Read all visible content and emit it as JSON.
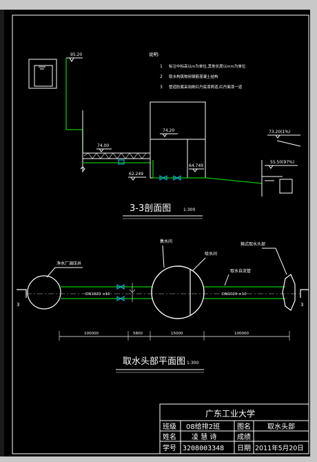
{
  "section": {
    "level_top_left": "95.20",
    "level_mid_tank": "74.20",
    "level_left_ground": "74.00",
    "level_pipe_bottom": "62.249",
    "level_pump_low": "64.749",
    "level_right_high": "73.20(1%)",
    "level_right_low": "55.50(97%)",
    "title": "3-3剖面图",
    "scale": "1:300"
  },
  "notes": {
    "heading": "说明:",
    "items": [
      {
        "num": "1",
        "text": "标注中标高以m为单位,其他长度以mm为单位"
      },
      {
        "num": "2",
        "text": "取水构筑物用钢筋混凝土结构"
      },
      {
        "num": "3",
        "text": "管道防腐采用刷红丹底漆两道,红丹面漆一道"
      }
    ]
  },
  "plan": {
    "label_left_well": "净水厂调压井",
    "label_pump_station": "集水间",
    "label_pump_house": "吸水间",
    "label_valve": "取水自流管",
    "label_intake": "箱式取水头部",
    "pipe_left": "DN1020 ×10",
    "pipe_right": "DN1020 ×10",
    "section_mark": "3",
    "dims": [
      "100000",
      "5800",
      "15000",
      "100000"
    ],
    "title": "取水头部平面图",
    "scale": "1:300"
  },
  "titleblock": {
    "school": "广东工业大学",
    "r1": [
      "班级",
      "08给排2班",
      "图名",
      "取水头部"
    ],
    "r2": [
      "姓名",
      "凌 慧 诗",
      "成绩",
      ""
    ],
    "r3": [
      "学号",
      "3208003348",
      "日期",
      "2011年5月20日"
    ]
  },
  "colors": {
    "line": "#ffffff",
    "pipe": "#00c800",
    "valve": "#00c8ff",
    "frame": "#c8c8c8"
  }
}
